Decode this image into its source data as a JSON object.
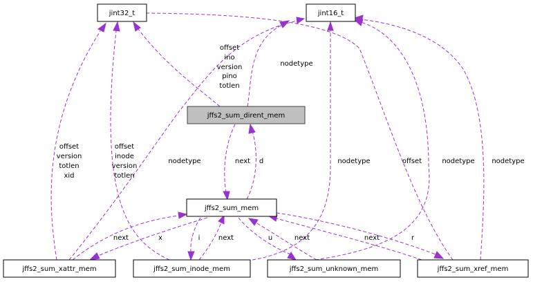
{
  "nodes": {
    "jint32": "jint32_t",
    "jint16": "jint16_t",
    "dirent": "jffs2_sum_dirent_mem",
    "summem": "jffs2_sum_mem",
    "xattr": "jffs2_sum_xattr_mem",
    "inode": "jffs2_sum_inode_mem",
    "unknown": "jffs2_sum_unknown_mem",
    "xref": "jffs2_sum_xref_mem"
  },
  "edges": {
    "dirent_jint32": [
      "offset",
      "ino",
      "version",
      "pino",
      "totlen"
    ],
    "dirent_jint16": [
      "nodetype"
    ],
    "xattr_jint32": [
      "offset",
      "version",
      "totlen",
      "xid"
    ],
    "inode_jint32": [
      "offset",
      "inode",
      "version",
      "totlen"
    ],
    "xattr_jint16": [
      "nodetype"
    ],
    "inode_jint16": [
      "nodetype"
    ],
    "xref_jint32": [
      "offset"
    ],
    "unknown_jint16": [
      "nodetype"
    ],
    "xref_jint16": [
      "nodetype"
    ],
    "summem_next_dirent": "next",
    "dirent_d": "d",
    "xattr_next": "next",
    "summem_x": "x",
    "summem_i": "i",
    "inode_next": "next",
    "summem_u": "u",
    "unknown_next": "next",
    "xref_next": "next",
    "summem_r": "r"
  },
  "colors": {
    "edge": "#9a32cd",
    "focus_fill": "#bfbfbf"
  }
}
